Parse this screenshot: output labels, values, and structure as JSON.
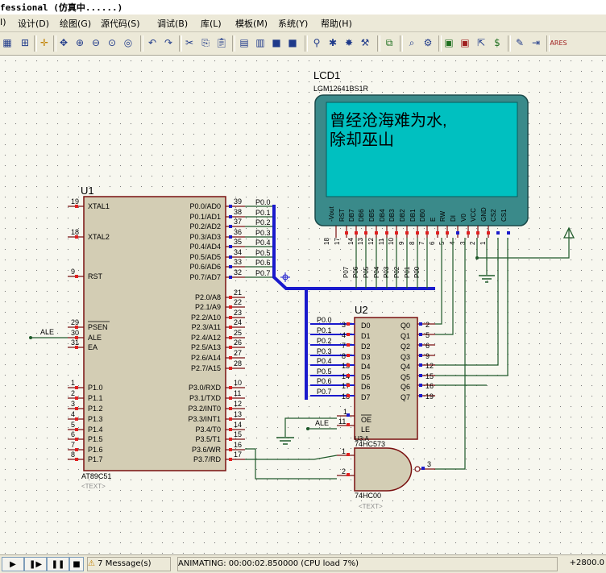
{
  "window": {
    "title": "fessional (仿真中......)"
  },
  "menu": [
    "I)",
    "设计(D)",
    "绘图(G)",
    "源代码(S)",
    "调试(B)",
    "库(L)",
    "模板(M)",
    "系统(Y)",
    "帮助(H)"
  ],
  "lcd": {
    "ref": "LCD1",
    "part": "LGM12641BS1R",
    "screen_text_line1": "曾经沧海难为水,",
    "screen_text_line2": "除却巫山",
    "pins": [
      "-Vout",
      "RST",
      "DB7",
      "DB6",
      "DB5",
      "DB4",
      "DB3",
      "DB2",
      "DB1",
      "DB0",
      "E",
      "RW",
      "DI",
      "V0",
      "VCC",
      "GND",
      "CS2",
      "CS1"
    ],
    "pin_numbers": [
      "18",
      "17",
      "14",
      "13",
      "12",
      "11",
      "10",
      "9",
      "8",
      "7",
      "6",
      "5",
      "4",
      "3",
      "2",
      "1"
    ],
    "color_screen": "#00c0c0",
    "color_frame": "#3a8a8a"
  },
  "u1": {
    "ref": "U1",
    "part": "AT89C51",
    "text": "<TEXT>",
    "left_pins": [
      {
        "num": "19",
        "name": "XTAL1"
      },
      {
        "num": "18",
        "name": "XTAL2"
      },
      {
        "num": "9",
        "name": "RST"
      },
      {
        "num": "29",
        "name": "PSEN"
      },
      {
        "num": "30",
        "name": "ALE"
      },
      {
        "num": "31",
        "name": "EA"
      },
      {
        "num": "1",
        "name": "P1.0"
      },
      {
        "num": "2",
        "name": "P1.1"
      },
      {
        "num": "3",
        "name": "P1.2"
      },
      {
        "num": "4",
        "name": "P1.3"
      },
      {
        "num": "5",
        "name": "P1.4"
      },
      {
        "num": "6",
        "name": "P1.5"
      },
      {
        "num": "7",
        "name": "P1.6"
      },
      {
        "num": "8",
        "name": "P1.7"
      }
    ],
    "right_pins": [
      {
        "num": "39",
        "name": "P0.0/AD0"
      },
      {
        "num": "38",
        "name": "P0.1/AD1"
      },
      {
        "num": "37",
        "name": "P0.2/AD2"
      },
      {
        "num": "36",
        "name": "P0.3/AD3"
      },
      {
        "num": "35",
        "name": "P0.4/AD4"
      },
      {
        "num": "34",
        "name": "P0.5/AD5"
      },
      {
        "num": "33",
        "name": "P0.6/AD6"
      },
      {
        "num": "32",
        "name": "P0.7/AD7"
      },
      {
        "num": "21",
        "name": "P2.0/A8"
      },
      {
        "num": "22",
        "name": "P2.1/A9"
      },
      {
        "num": "23",
        "name": "P2.2/A10"
      },
      {
        "num": "24",
        "name": "P2.3/A11"
      },
      {
        "num": "25",
        "name": "P2.4/A12"
      },
      {
        "num": "26",
        "name": "P2.5/A13"
      },
      {
        "num": "27",
        "name": "P2.6/A14"
      },
      {
        "num": "28",
        "name": "P2.7/A15"
      },
      {
        "num": "10",
        "name": "P3.0/RXD"
      },
      {
        "num": "11",
        "name": "P3.1/TXD"
      },
      {
        "num": "12",
        "name": "P3.2/INT0"
      },
      {
        "num": "13",
        "name": "P3.3/INT1"
      },
      {
        "num": "14",
        "name": "P3.4/T0"
      },
      {
        "num": "15",
        "name": "P3.5/T1"
      },
      {
        "num": "16",
        "name": "P3.6/WR"
      },
      {
        "num": "17",
        "name": "P3.7/RD"
      }
    ],
    "net_labels": [
      "P0.0",
      "P0.1",
      "P0.2",
      "P0.3",
      "P0.4",
      "P0.5",
      "P0.6",
      "P0.7"
    ],
    "ale_label": "ALE"
  },
  "u2": {
    "ref": "U2",
    "part": "74HC573",
    "text": "<TEXT>",
    "d_pins": [
      {
        "num": "3",
        "name": "D0",
        "net": "P0.0"
      },
      {
        "num": "4",
        "name": "D1",
        "net": "P0.1"
      },
      {
        "num": "7",
        "name": "D2",
        "net": "P0.2"
      },
      {
        "num": "8",
        "name": "D3",
        "net": "P0.3"
      },
      {
        "num": "13",
        "name": "D4",
        "net": "P0.4"
      },
      {
        "num": "14",
        "name": "D5",
        "net": "P0.5"
      },
      {
        "num": "17",
        "name": "D6",
        "net": "P0.6"
      },
      {
        "num": "18",
        "name": "D7",
        "net": "P0.7"
      }
    ],
    "q_pins": [
      {
        "num": "2",
        "name": "Q0"
      },
      {
        "num": "5",
        "name": "Q1"
      },
      {
        "num": "6",
        "name": "Q2"
      },
      {
        "num": "9",
        "name": "Q3"
      },
      {
        "num": "12",
        "name": "Q4"
      },
      {
        "num": "15",
        "name": "Q5"
      },
      {
        "num": "16",
        "name": "Q6"
      },
      {
        "num": "19",
        "name": "Q7"
      }
    ],
    "oe": {
      "num": "1",
      "name": "OE"
    },
    "le": {
      "num": "11",
      "name": "LE"
    },
    "ale_label": "ALE"
  },
  "u3": {
    "ref": "U3:A",
    "part": "74HC00",
    "text": "<TEXT>",
    "in1": "1",
    "in2": "2",
    "out": "3"
  },
  "lcd_bus_labels": [
    "P07",
    "P06",
    "P05",
    "P04",
    "P03",
    "P02",
    "P01",
    "P00"
  ],
  "status": {
    "messages": "7 Message(s)",
    "animating": "ANIMATING: 00:00:02.850000 (CPU load 7%)",
    "coord": "+2800.0"
  }
}
